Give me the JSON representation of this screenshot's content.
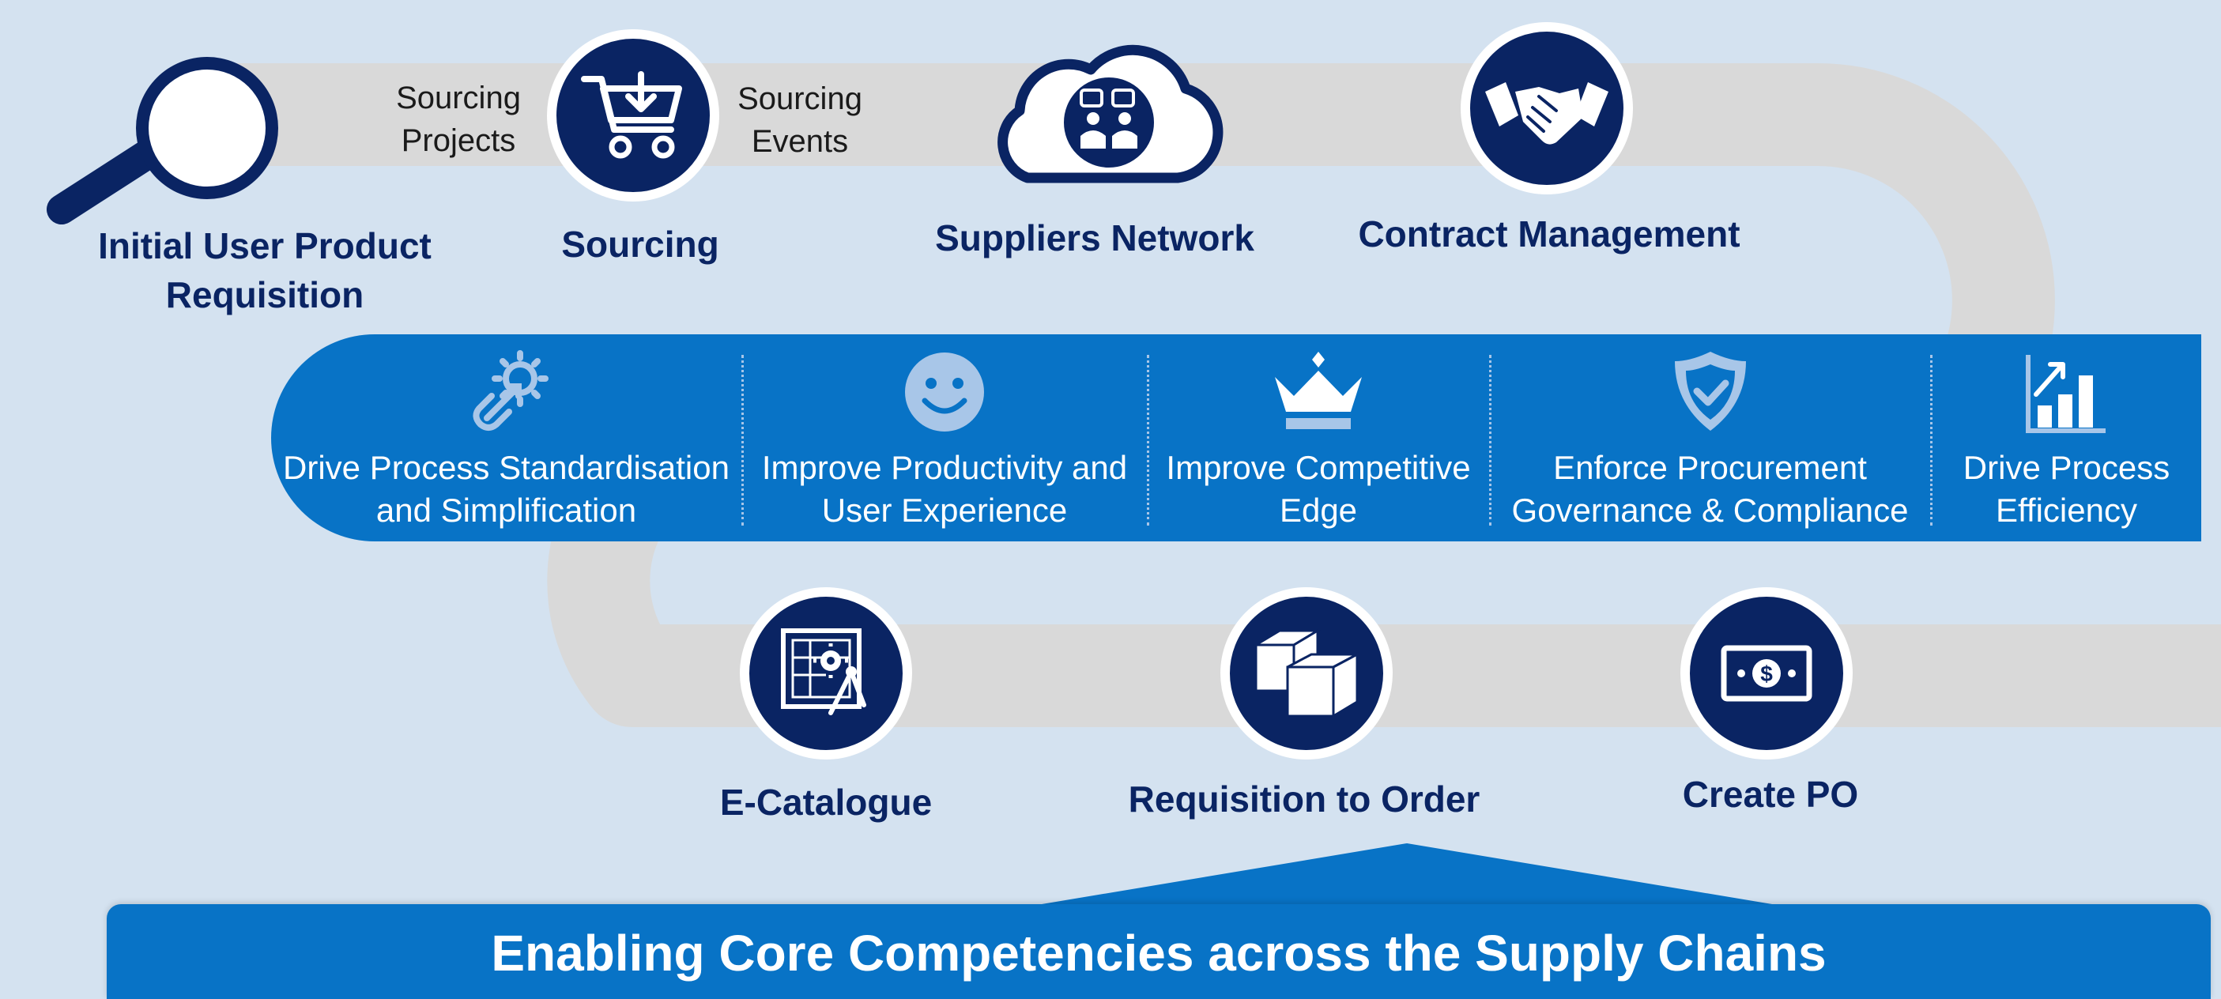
{
  "stages": {
    "initial_requisition": "Initial User Product\nRequisition",
    "sourcing": "Sourcing",
    "suppliers_network": "Suppliers Network",
    "contract_management": "Contract Management",
    "e_catalogue": "E-Catalogue",
    "requisition_to_order": "Requisition to Order",
    "create_po": "Create PO"
  },
  "path_labels": {
    "sourcing_projects": "Sourcing\nProjects",
    "sourcing_events": "Sourcing\nEvents"
  },
  "benefits": [
    {
      "label": "Drive Process Standardisation\nand Simplification",
      "icon": "gear-link-icon"
    },
    {
      "label": "Improve Productivity and\nUser Experience",
      "icon": "smiley-icon"
    },
    {
      "label": "Improve Competitive\nEdge",
      "icon": "crown-icon"
    },
    {
      "label": "Enforce Procurement\nGovernance & Compliance",
      "icon": "shield-check-icon"
    },
    {
      "label": "Drive Process\nEfficiency",
      "icon": "bar-chart-icon"
    }
  ],
  "footer": {
    "title": "Enabling Core Competencies across the Supply Chains"
  },
  "colors": {
    "background": "#d4e2f0",
    "road": "#d9d9d9",
    "navy": "#0a2463",
    "accent_blue": "#0873c6",
    "white": "#ffffff"
  }
}
